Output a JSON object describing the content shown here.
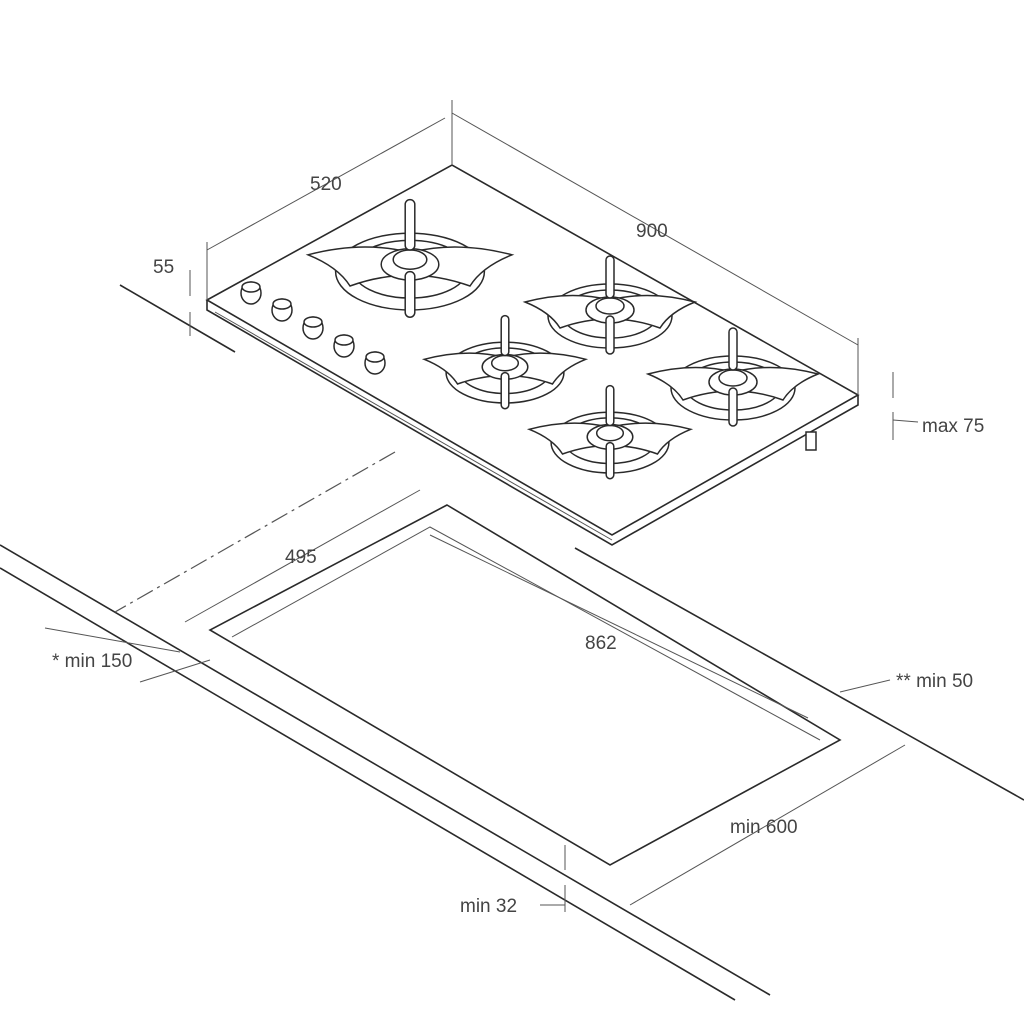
{
  "dimensions": {
    "depth": "520",
    "width": "900",
    "glass_thickness": "55",
    "max_height": "max 75",
    "cutout_depth": "495",
    "cutout_width": "862",
    "min_front": "* min 150",
    "min_side": "** min 50",
    "min_cabinet": "min 600",
    "min_counter": "min 32"
  },
  "hob": {
    "burners": 5,
    "knobs": 5
  }
}
